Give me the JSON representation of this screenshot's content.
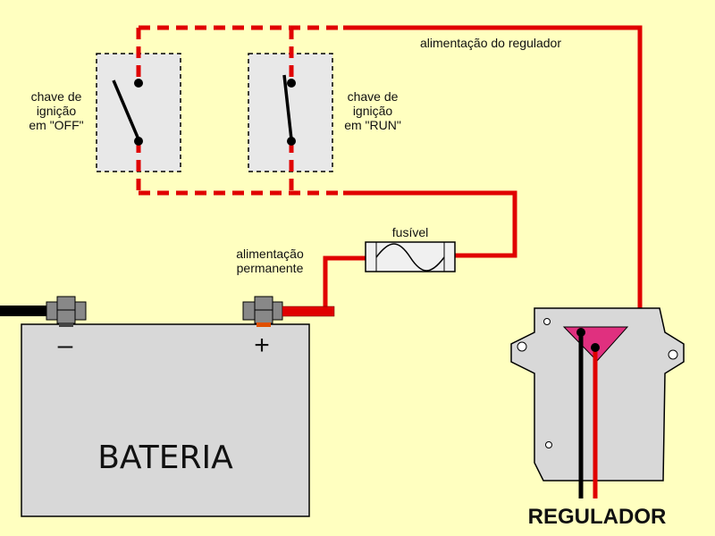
{
  "labels": {
    "switch_off": [
      "chave de",
      "ignição",
      "em \"OFF\""
    ],
    "switch_run": [
      "chave de",
      "ignição",
      "em \"RUN\""
    ],
    "regulator_feed": "alimentação do regulador",
    "fuse": "fusível",
    "permanent_feed": [
      "alimentação",
      "permanente"
    ],
    "battery": "BATERIA",
    "battery_negative": "–",
    "battery_positive": "+",
    "regulator": "REGULADOR"
  },
  "colors": {
    "background": "#ffffc0",
    "wire_positive": "#e00000",
    "wire_negative": "#000000",
    "device_body": "#d8d8d8",
    "connector": "#e0307f"
  }
}
